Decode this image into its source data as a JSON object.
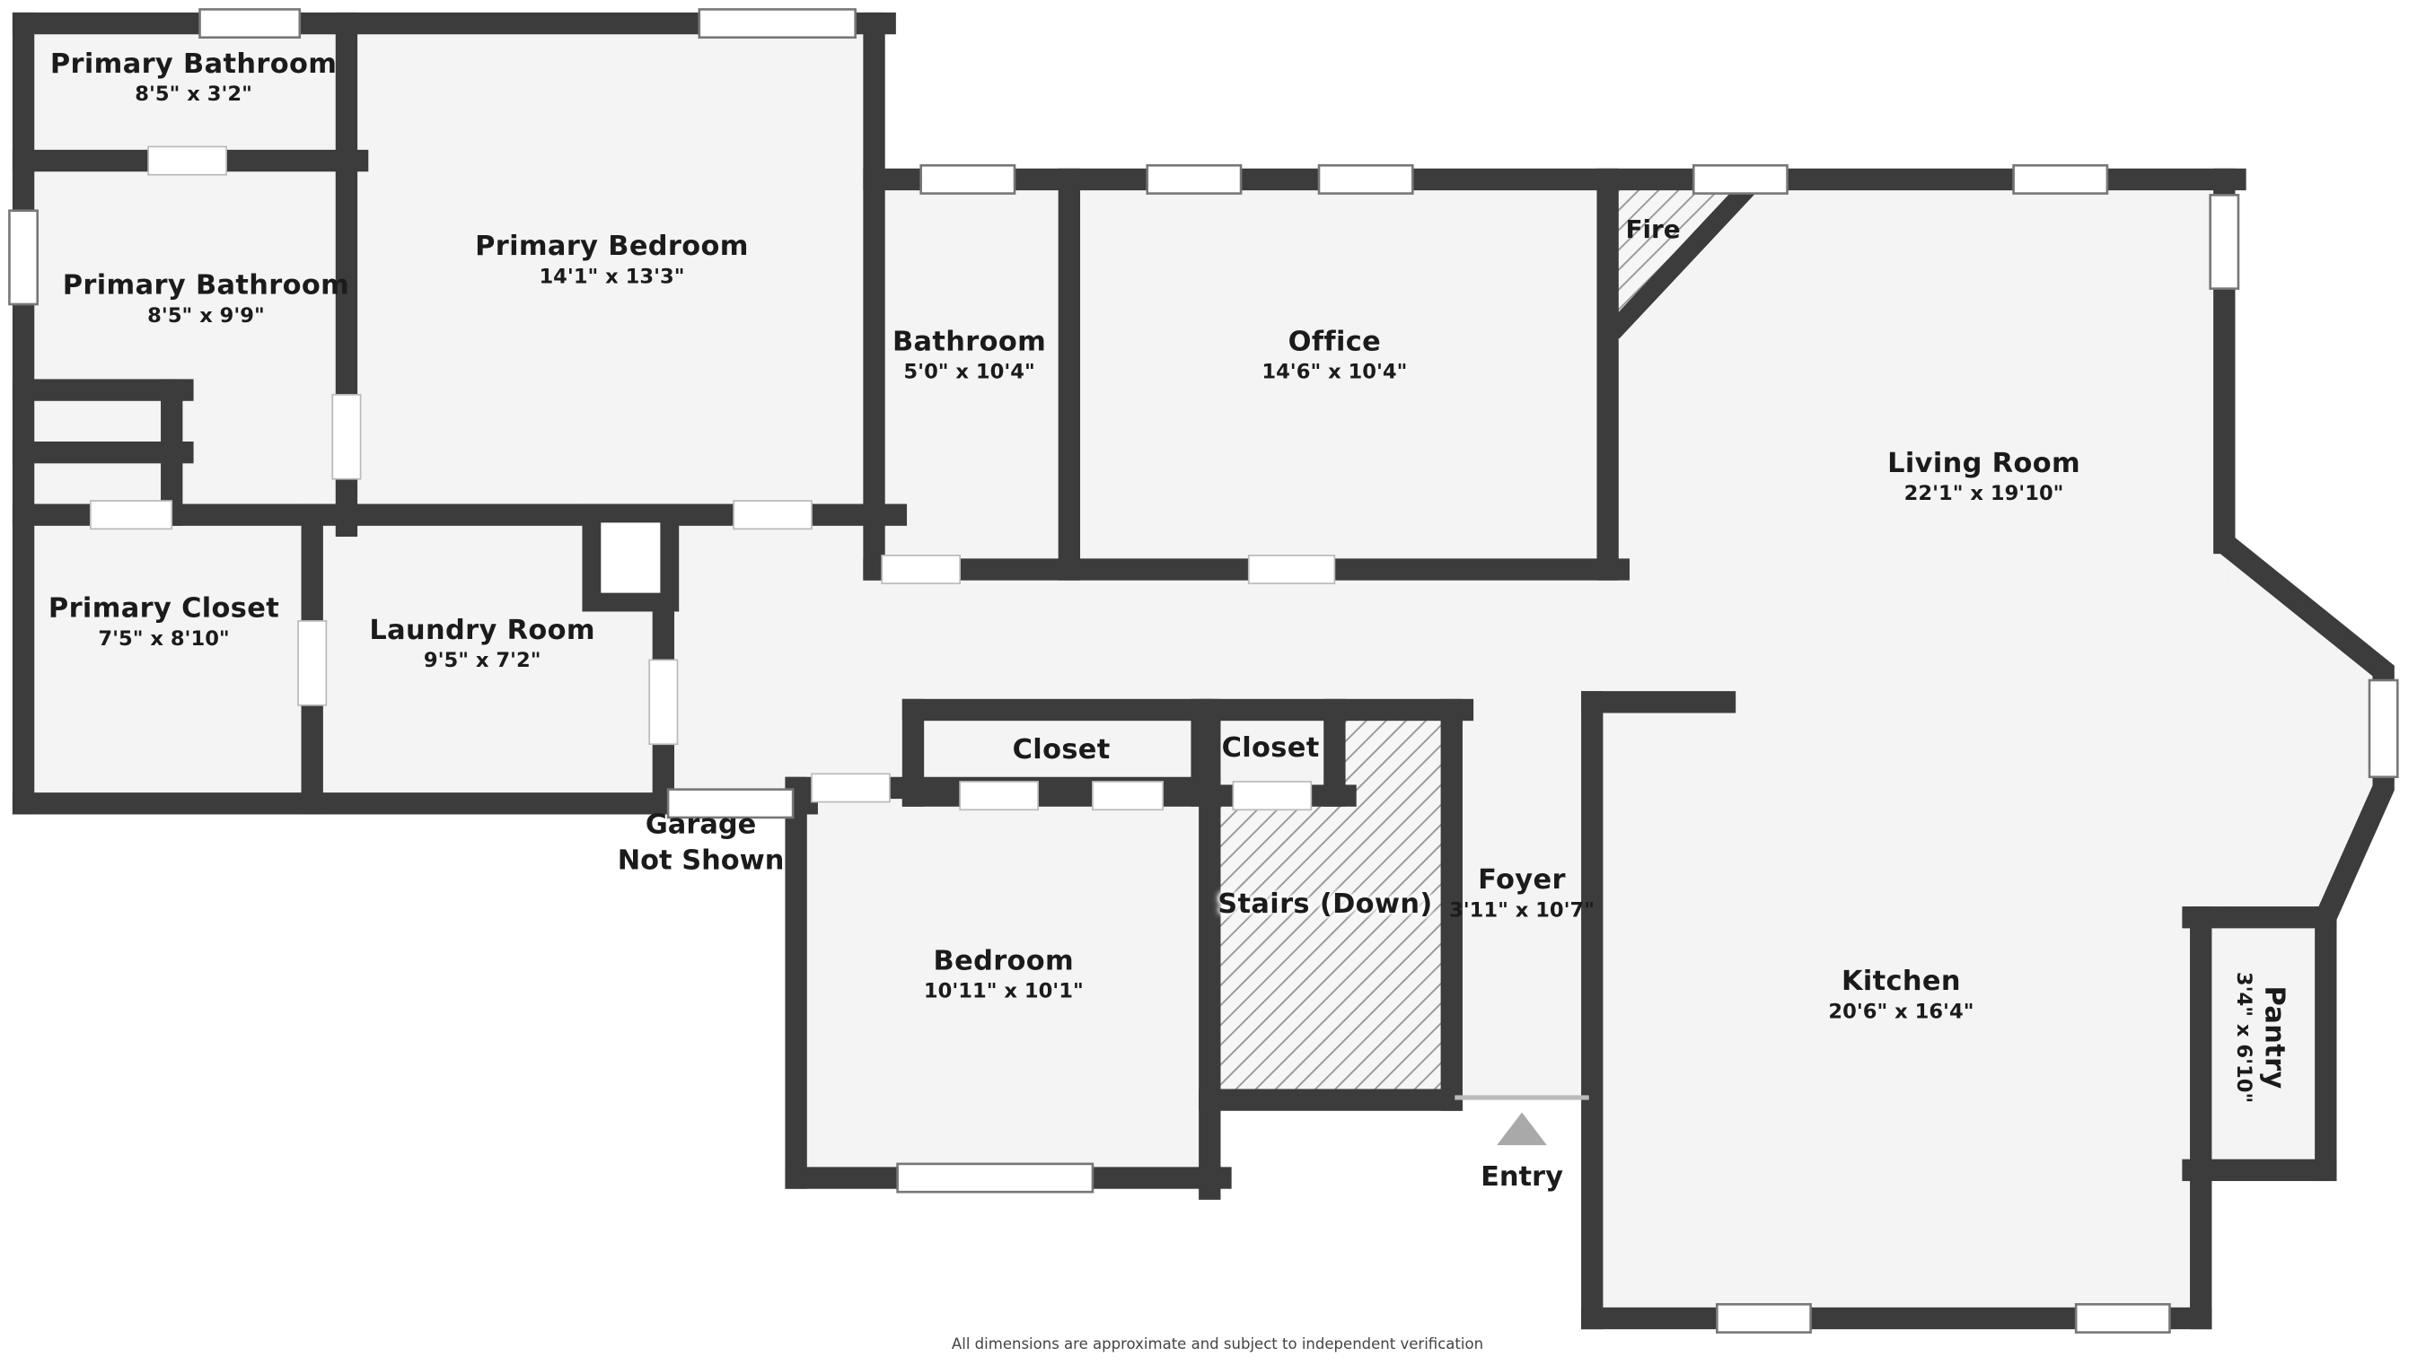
{
  "plan": {
    "rooms": {
      "primary_bathroom_small": {
        "name": "Primary Bathroom",
        "dims": "8'5\" x 3'2\""
      },
      "primary_bathroom": {
        "name": "Primary Bathroom",
        "dims": "8'5\" x 9'9\""
      },
      "primary_bedroom": {
        "name": "Primary Bedroom",
        "dims": "14'1\" x 13'3\""
      },
      "bathroom": {
        "name": "Bathroom",
        "dims": "5'0\" x 10'4\""
      },
      "office": {
        "name": "Office",
        "dims": "14'6\" x 10'4\""
      },
      "living_room": {
        "name": "Living Room",
        "dims": "22'1\" x 19'10\""
      },
      "primary_closet": {
        "name": "Primary Closet",
        "dims": "7'5\" x 8'10\""
      },
      "laundry_room": {
        "name": "Laundry Room",
        "dims": "9'5\" x 7'2\""
      },
      "closet_left": {
        "name": "Closet"
      },
      "closet_right": {
        "name": "Closet"
      },
      "stairs": {
        "name": "Stairs (Down)"
      },
      "foyer": {
        "name": "Foyer",
        "dims": "3'11\" x 10'7\""
      },
      "bedroom": {
        "name": "Bedroom",
        "dims": "10'11\" x 10'1\""
      },
      "kitchen": {
        "name": "Kitchen",
        "dims": "20'6\" x 16'4\""
      },
      "pantry": {
        "name": "Pantry",
        "dims": "3'4\" x 6'10\""
      }
    },
    "annotations": {
      "fireplace": "Fire",
      "garage_line1": "Garage",
      "garage_line2": "Not Shown",
      "entry": "Entry"
    },
    "footer": "All dimensions are approximate and subject to independent verification",
    "colors": {
      "wall": "#3c3c3c",
      "floor": "#f4f4f4",
      "hatch_line": "#999999",
      "entry_arrow": "#a9a9a9"
    }
  }
}
